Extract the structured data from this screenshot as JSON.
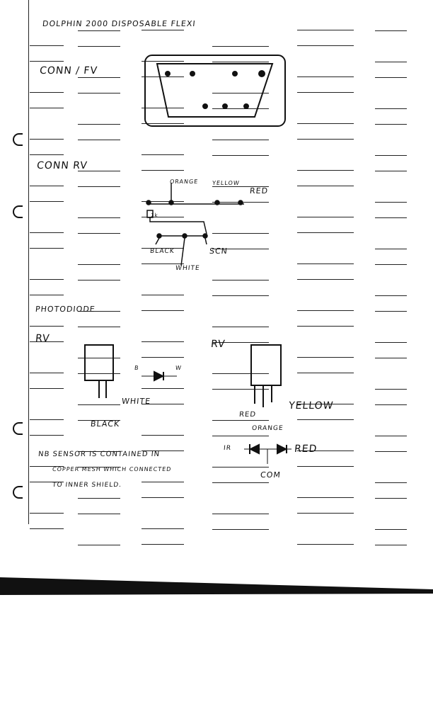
{
  "title": "DOLPHIN 2000 DISPOSABLE FLEXI",
  "conn_fv": {
    "label": "CONN / FV"
  },
  "conn_rv": {
    "label": "CONN RV",
    "top_pins": [
      "ORANGE",
      "YELLOW",
      "RED"
    ],
    "bottom_pins": [
      "BLACK",
      "WHITE",
      "SCN"
    ],
    "resistor_label": "1k"
  },
  "photodiode": {
    "heading": "PHOTODIODE",
    "left": {
      "label": "RV",
      "leads": [
        "WHITE",
        "BLACK"
      ],
      "diode_ends": [
        "B",
        "W"
      ]
    },
    "right": {
      "label": "RV",
      "leads": [
        "RED",
        "ORANGE",
        "YELLOW"
      ],
      "diode_labels": [
        "IR",
        "RED",
        "COM"
      ]
    }
  },
  "note": {
    "lines": [
      "NB SENSOR IS CONTAINED IN",
      "COPPER MESH WHICH CONNECTED",
      "TO INNER SHIELD."
    ]
  }
}
